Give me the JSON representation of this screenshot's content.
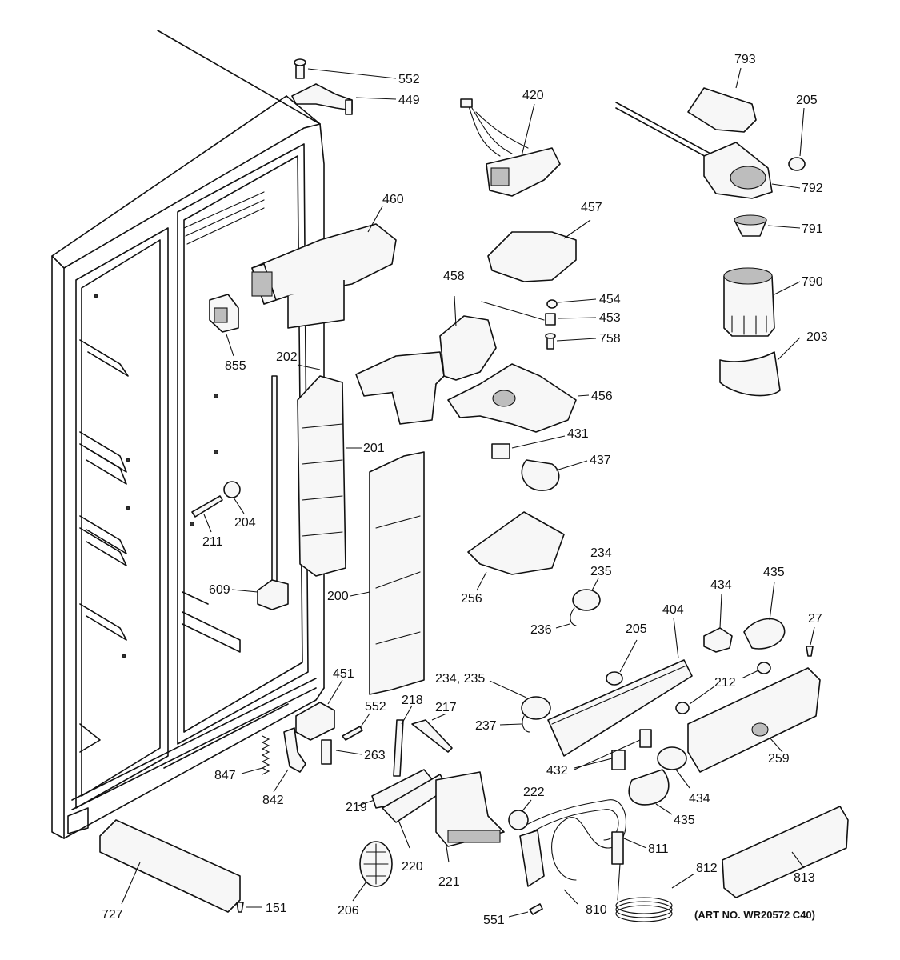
{
  "diagram": {
    "art_number": "(ART NO. WR20572 C40)",
    "callouts": {
      "c552a": "552",
      "c449": "449",
      "c420": "420",
      "c793": "793",
      "c205a": "205",
      "c792": "792",
      "c791": "791",
      "c790": "790",
      "c203": "203",
      "c460": "460",
      "c457": "457",
      "c458": "458",
      "c454": "454",
      "c453": "453",
      "c758": "758",
      "c855": "855",
      "c202": "202",
      "c201": "201",
      "c456": "456",
      "c431": "431",
      "c437": "437",
      "c211": "211",
      "c204": "204",
      "c234a": "234",
      "c235a": "235",
      "c256": "256",
      "c609": "609",
      "c200": "200",
      "c236": "236",
      "c434a": "434",
      "c435a": "435",
      "c404": "404",
      "c205b": "205",
      "c27": "27",
      "c212": "212",
      "c451": "451",
      "c234b": "234, 235",
      "c552b": "552",
      "c218": "218",
      "c217": "217",
      "c237": "237",
      "c263": "263",
      "c847": "847",
      "c842": "842",
      "c259": "259",
      "c432": "432",
      "c434b": "434",
      "c222": "222",
      "c219": "219",
      "c435b": "435",
      "c220": "220",
      "c811": "811",
      "c812": "812",
      "c813": "813",
      "c221": "221",
      "c206": "206",
      "c727": "727",
      "c151": "151",
      "c810": "810",
      "c551": "551"
    }
  }
}
